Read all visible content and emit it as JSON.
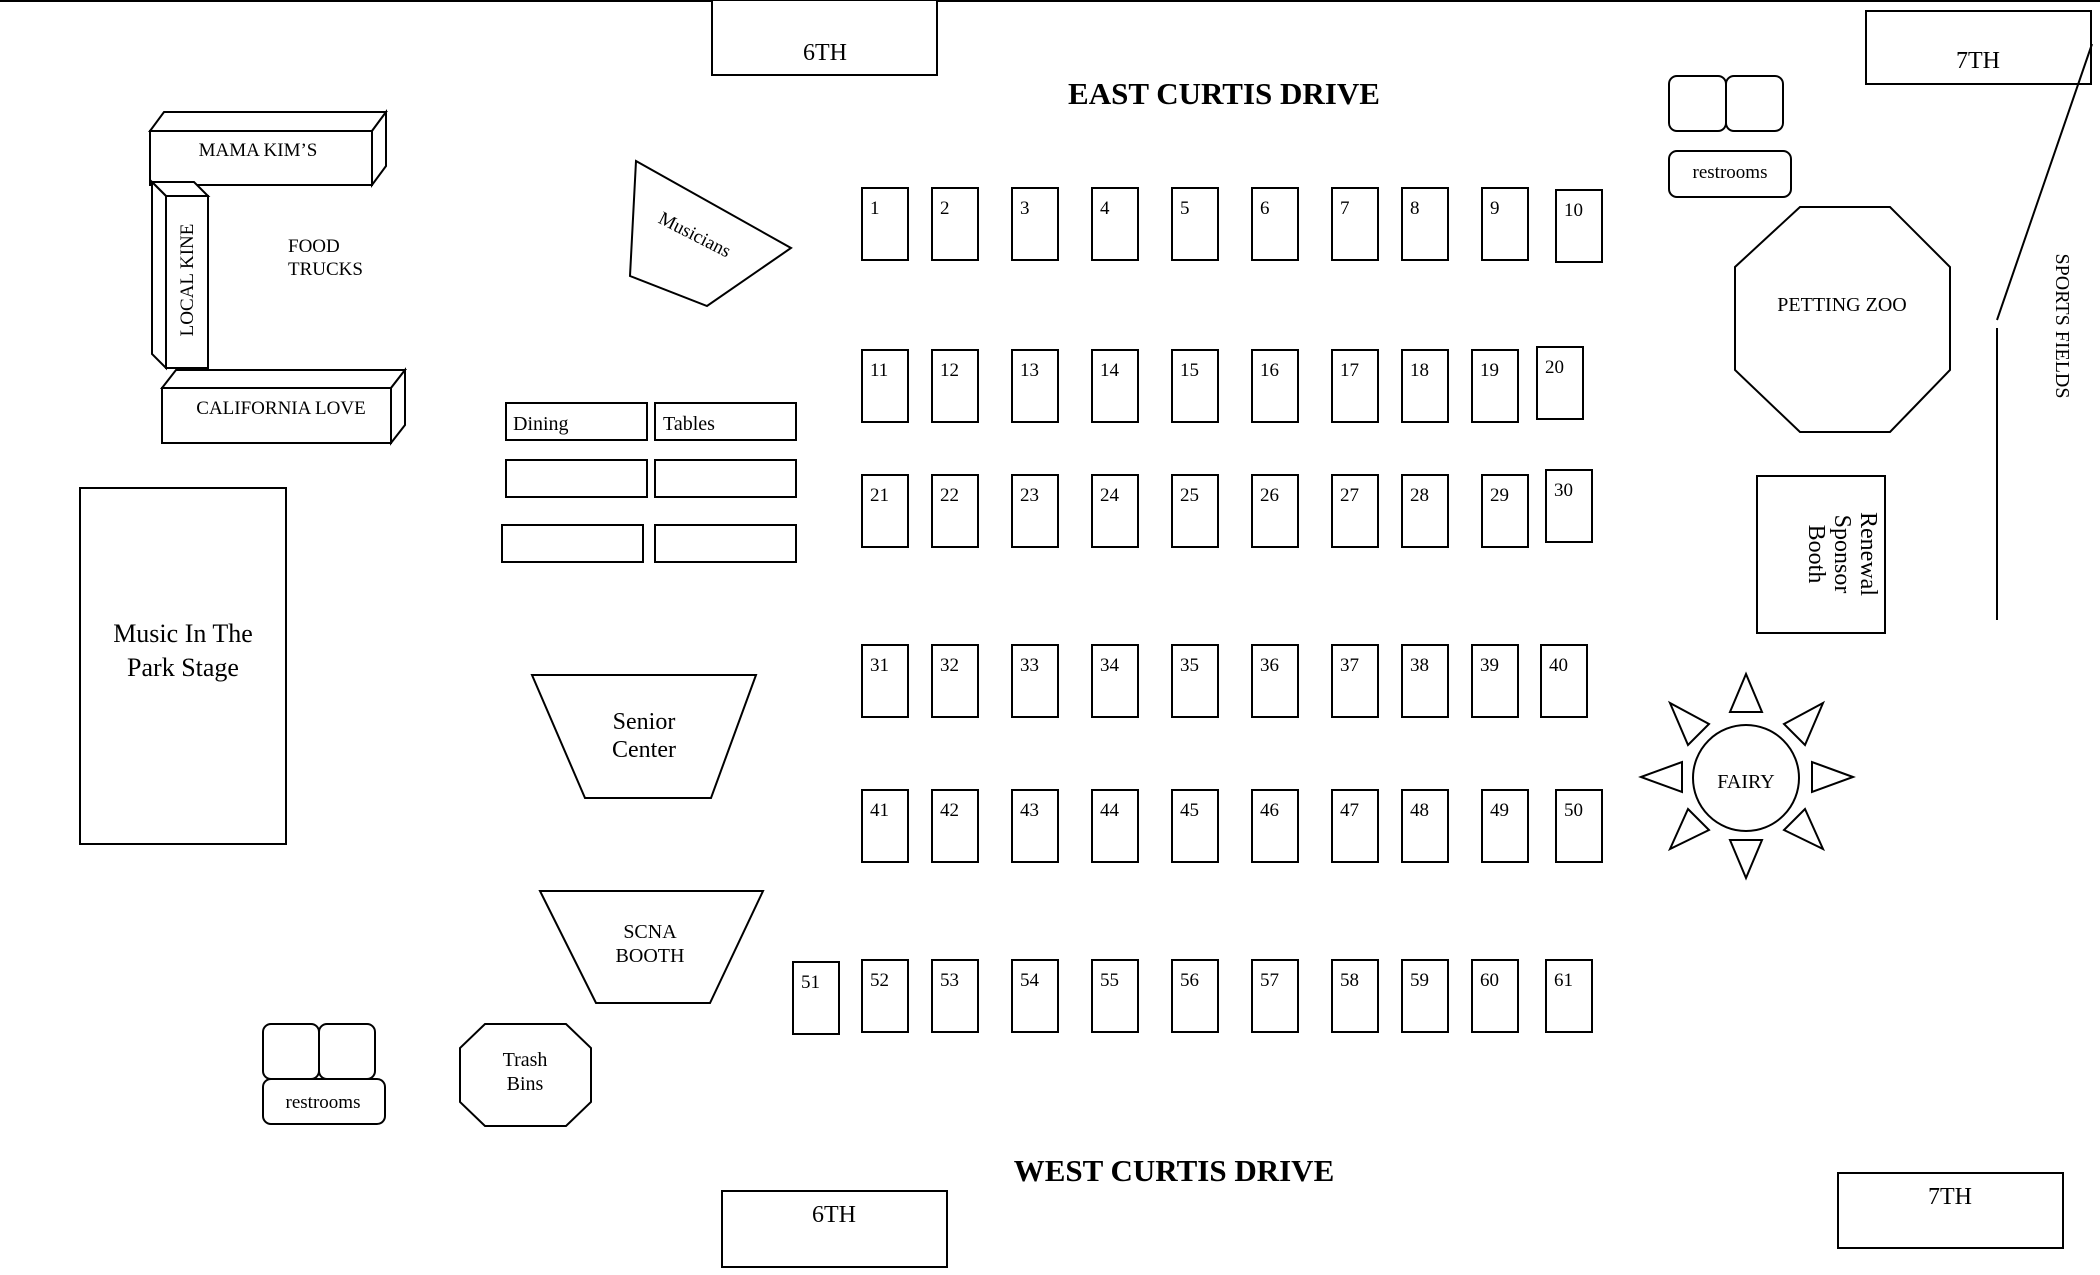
{
  "streets": {
    "north": "EAST CURTIS DRIVE",
    "south": "WEST CURTIS DRIVE",
    "sports_fields": "SPORTS FIELDS"
  },
  "cross_streets": {
    "sixth_top": "6TH",
    "seventh_top": "7TH",
    "sixth_bottom": "6TH",
    "seventh_bottom": "7TH"
  },
  "food_trucks": {
    "label_line1": "FOOD",
    "label_line2": "TRUCKS",
    "mama_kims": "MAMA KIM’S",
    "local_kine": "LOCAL KINE",
    "california_love": "CALIFORNIA LOVE"
  },
  "areas": {
    "musicians": "Musicians",
    "dining": "Dining",
    "tables": "Tables",
    "stage_line1": "Music In The",
    "stage_line2": "Park Stage",
    "senior_line1": "Senior",
    "senior_line2": "Center",
    "scna_line1": "SCNA",
    "scna_line2": "BOOTH",
    "trash_line1": "Trash",
    "trash_line2": "Bins",
    "restrooms_top": "restrooms",
    "restrooms_bottom": "restrooms",
    "petting_zoo": "PETTING ZOO",
    "renewal_line1": "Renewal",
    "renewal_line2": "Sponsor",
    "renewal_line3": "Booth",
    "fairy": "FAIRY"
  },
  "booths": {
    "row1": [
      "1",
      "2",
      "3",
      "4",
      "5",
      "6",
      "7",
      "8",
      "9",
      "10"
    ],
    "row2": [
      "11",
      "12",
      "13",
      "14",
      "15",
      "16",
      "17",
      "18",
      "19",
      "20"
    ],
    "row3": [
      "21",
      "22",
      "23",
      "24",
      "25",
      "26",
      "27",
      "28",
      "29",
      "30"
    ],
    "row4": [
      "31",
      "32",
      "33",
      "34",
      "35",
      "36",
      "37",
      "38",
      "39",
      "40"
    ],
    "row5": [
      "41",
      "42",
      "43",
      "44",
      "45",
      "46",
      "47",
      "48",
      "49",
      "50"
    ],
    "row6": [
      "51",
      "52",
      "53",
      "54",
      "55",
      "56",
      "57",
      "58",
      "59",
      "60",
      "61"
    ]
  }
}
